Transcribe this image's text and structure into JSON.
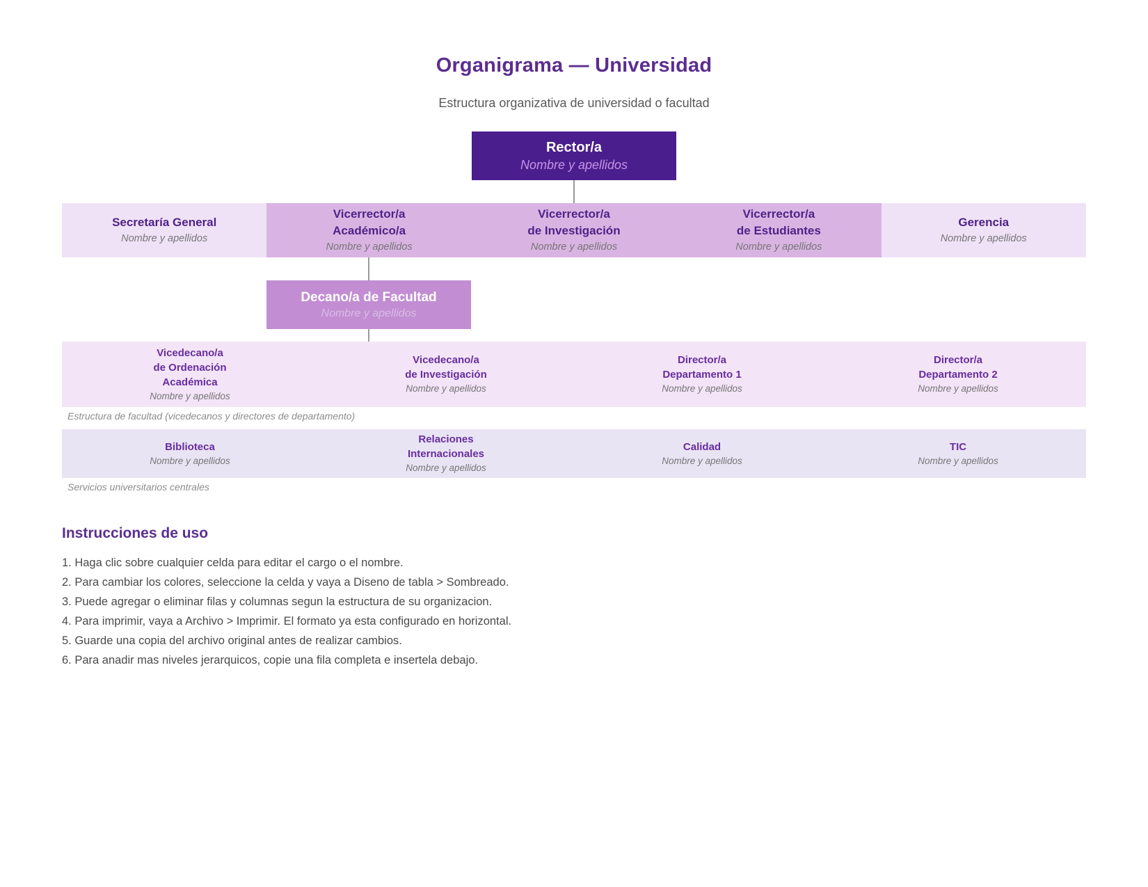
{
  "page": {
    "title": "Organigrama — Universidad",
    "subtitle": "Estructura organizativa de universidad o facultad"
  },
  "org": {
    "rector": {
      "title": "Rector/a",
      "name": "Nombre y apellidos"
    },
    "direccion": {
      "cells": [
        {
          "title": "Secretaría General",
          "name": "Nombre y apellidos"
        },
        {
          "title": "Vicerrector/a\nAcadémico/a",
          "name": "Nombre y apellidos"
        },
        {
          "title": "Vicerrector/a\nde Investigación",
          "name": "Nombre y apellidos"
        },
        {
          "title": "Vicerrector/a\nde Estudiantes",
          "name": "Nombre y apellidos"
        },
        {
          "title": "Gerencia",
          "name": "Nombre y apellidos"
        }
      ]
    },
    "decano": {
      "title": "Decano/a de Facultad",
      "name": "Nombre y apellidos"
    },
    "facultad": {
      "cells": [
        {
          "title": "Vicedecano/a\nde Ordenación\nAcadémica",
          "name": "Nombre y apellidos"
        },
        {
          "title": "Vicedecano/a\nde Investigación",
          "name": "Nombre y apellidos"
        },
        {
          "title": "Director/a\nDepartamento 1",
          "name": "Nombre y apellidos"
        },
        {
          "title": "Director/a\nDepartamento 2",
          "name": "Nombre y apellidos"
        }
      ],
      "caption": "Estructura de facultad (vicedecanos y directores de departamento)"
    },
    "servicios": {
      "cells": [
        {
          "title": "Biblioteca",
          "name": "Nombre y apellidos"
        },
        {
          "title": "Relaciones\nInternacionales",
          "name": "Nombre y apellidos"
        },
        {
          "title": "Calidad",
          "name": "Nombre y apellidos"
        },
        {
          "title": "TIC",
          "name": "Nombre y apellidos"
        }
      ],
      "caption": "Servicios universitarios centrales"
    }
  },
  "instructions": {
    "heading": "Instrucciones de uso",
    "items": [
      "1. Haga clic sobre cualquier celda para editar el cargo o el nombre.",
      "2. Para cambiar los colores, seleccione la celda y vaya a Diseno de tabla > Sombreado.",
      "3. Puede agregar o eliminar filas y columnas segun la estructura de su organizacion.",
      "4. Para imprimir, vaya a Archivo > Imprimir. El formato ya esta configurado en horizontal.",
      "5. Guarde una copia del archivo original antes de realizar cambios.",
      "6. Para anadir mas niveles jerarquicos, copie una fila completa e insertela debajo."
    ]
  },
  "colors": {
    "accent_purple": "#5B2D90",
    "rector_bg": "#4A1E8C",
    "highlight_cell_bg": "#D9B4E3",
    "light_cell_bg": "#F0E2F6",
    "decano_bg": "#C28DD3",
    "facultad_row_bg": "#F3E4F7",
    "servicios_row_bg": "#E9E4F4",
    "connector_gray": "#9a9a9a"
  }
}
